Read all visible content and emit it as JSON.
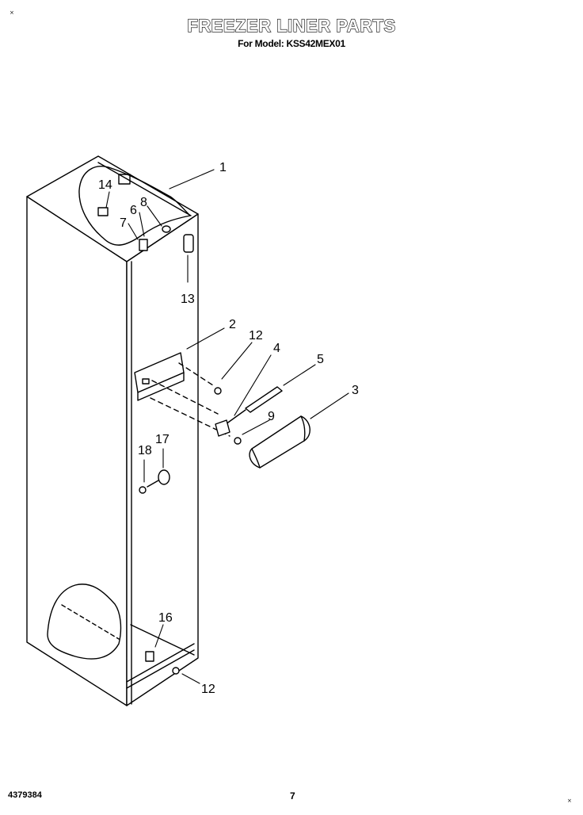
{
  "header": {
    "title": "FREEZER LINER PARTS",
    "subtitle": "For Model: KSS42MEX01"
  },
  "footer": {
    "doc_number": "4379384",
    "page_number": "7"
  },
  "corner_marks": {
    "top_left": "×",
    "bottom_right": "×"
  },
  "callouts": {
    "c1": "1",
    "c2": "2",
    "c3": "3",
    "c4": "4",
    "c5": "5",
    "c6": "6",
    "c7": "7",
    "c8": "8",
    "c9": "9",
    "c12a": "12",
    "c12b": "12",
    "c13": "13",
    "c14": "14",
    "c16": "16",
    "c17": "17",
    "c18": "18"
  }
}
